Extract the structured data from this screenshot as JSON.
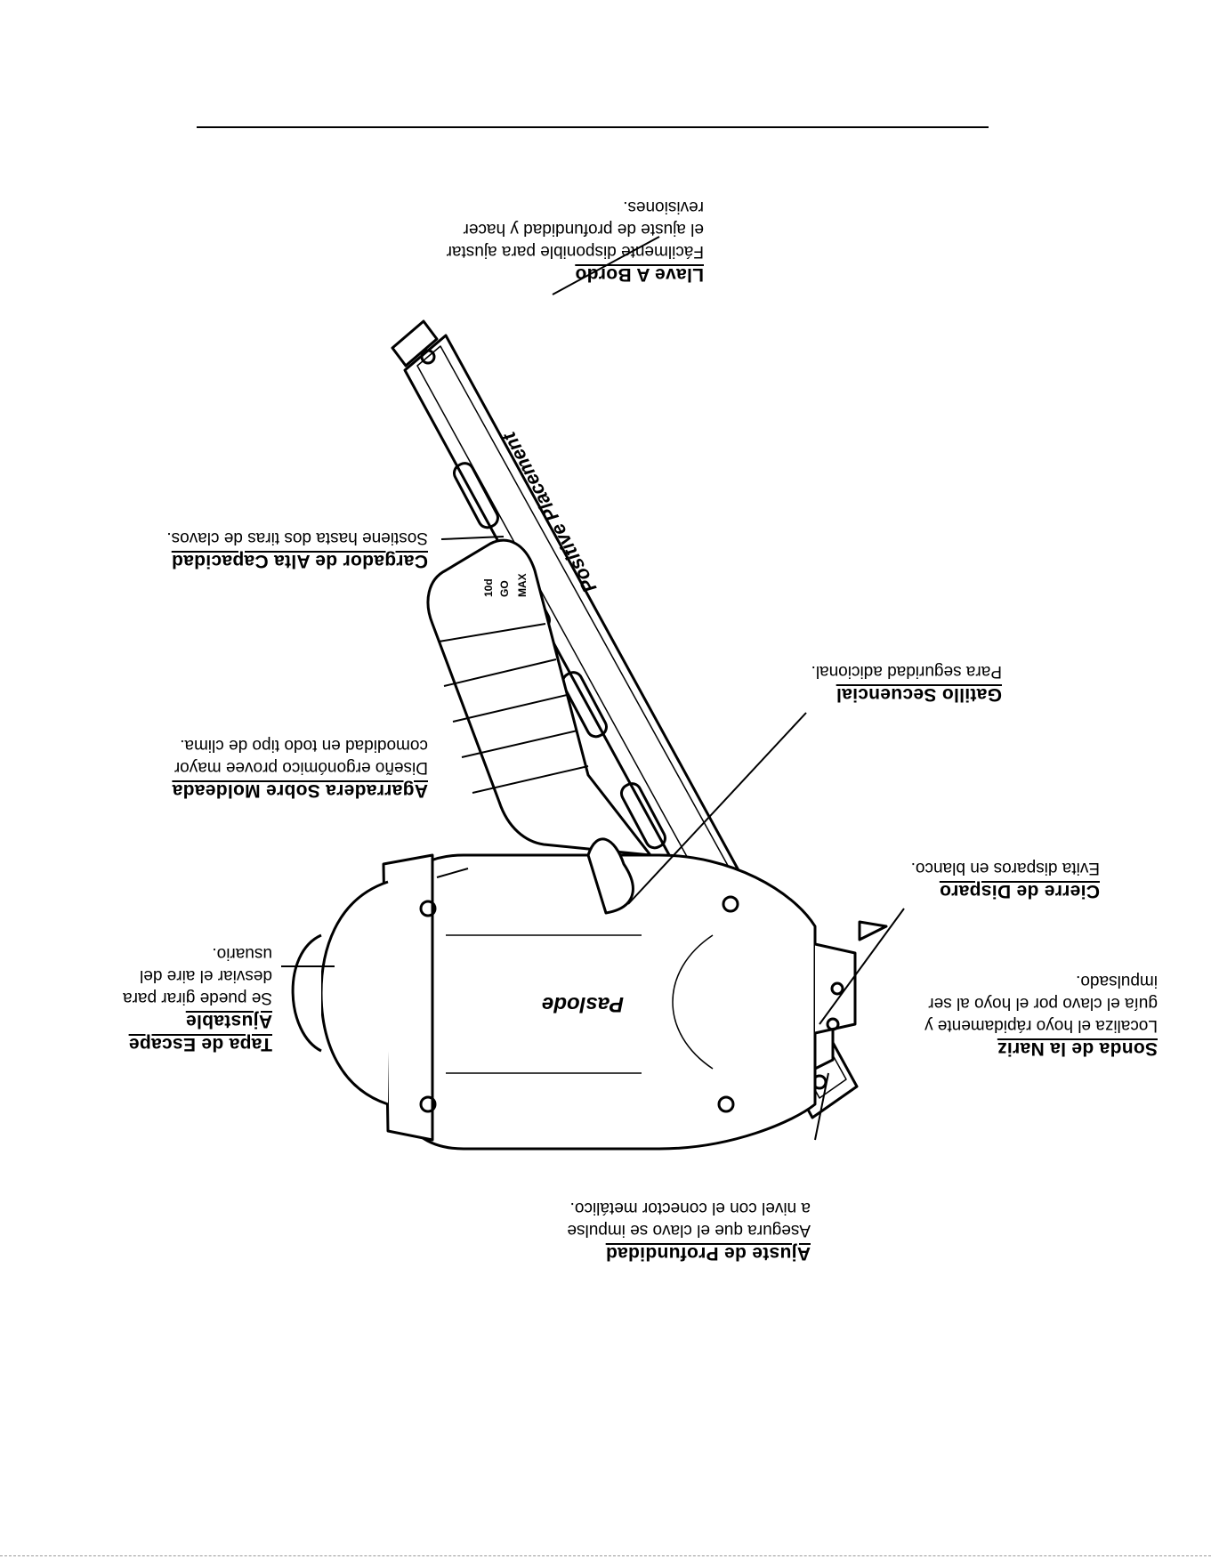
{
  "callouts": {
    "llave": {
      "title": "Llave A Bordo",
      "desc": [
        "Fácilmente disponible para ajustar",
        "el ajuste de profundidad y hacer",
        "revisiones."
      ]
    },
    "cargador": {
      "title": "Cargador de Alta Capacidad",
      "desc": [
        "Sostiene hasta dos tiras de clavos."
      ]
    },
    "agarradera": {
      "title": "Agarradera Sobre Moldeada",
      "desc": [
        "Diseño ergonómico provee mayor",
        "comodidad en todo tipo de clima."
      ]
    },
    "gatillo": {
      "title": "Gatillo Secuencial",
      "desc": [
        "Para seguridad adicional."
      ]
    },
    "cierre": {
      "title": "Cierre de Disparo",
      "desc": [
        "Evita disparos en blanco."
      ]
    },
    "tapa": {
      "title": "Tapa de Escape",
      "subtitle": "Ajustable",
      "desc": [
        "Se puede girar para",
        "desviar el aire del",
        "usuario."
      ]
    },
    "sonda": {
      "title": "Sonda de la Nariz",
      "desc": [
        "Localiza el hoyo rápidamente y",
        "guía el clavo por el hoyo al ser",
        "impulsado."
      ]
    },
    "ajuste": {
      "title": "Ajuste de Profundidad",
      "desc": [
        "Asegura que el clavo se impulse",
        "a nivel con el conector metálico."
      ]
    }
  },
  "tool": {
    "brand_logo": "Paslode",
    "magazine_label": "Positive Placement",
    "handle_labels": [
      "MAX",
      "GO",
      "10d"
    ]
  },
  "colors": {
    "ink": "#000000",
    "paper": "#ffffff",
    "shade": "#444444"
  }
}
